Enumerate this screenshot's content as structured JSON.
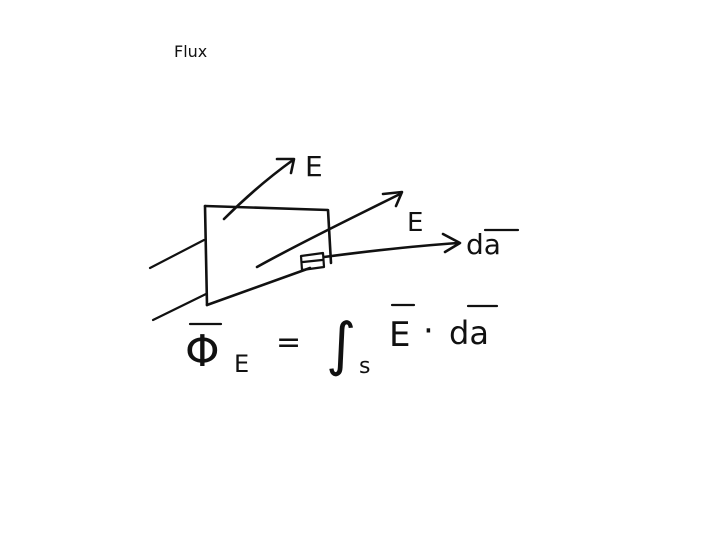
{
  "slide": {
    "title": "Flux"
  },
  "diagram": {
    "labels": {
      "field_upper": "E",
      "field_lower": "E",
      "area_vector": "da"
    },
    "equation": {
      "lhs_symbol": "Φ",
      "lhs_subscript": "E",
      "equals": "=",
      "integral": "∫",
      "integral_subscript": "s",
      "integrand_field": "E",
      "dot": "·",
      "integrand_area": "da"
    }
  }
}
